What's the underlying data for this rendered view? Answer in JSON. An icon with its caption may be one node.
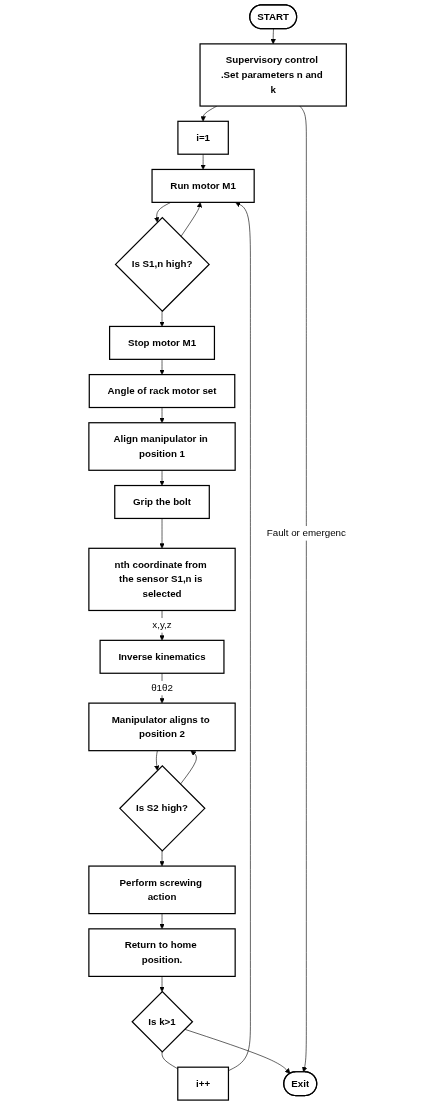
{
  "diagram": {
    "nodes": [
      {
        "text": [
          "START"
        ]
      },
      {
        "text": [
          "Supervisory control .Set parameters n and k"
        ]
      },
      {
        "text": [
          "i=1"
        ]
      },
      {
        "text": [
          "Run motor M1"
        ]
      },
      {
        "text": [
          "Is S1,n high?"
        ]
      },
      {
        "text": [
          "Stop motor M1"
        ]
      },
      {
        "text": [
          "Angle of rack motor set"
        ]
      },
      {
        "text": [
          "Align manipulator in position 1"
        ]
      },
      {
        "text": [
          "Grip the bolt"
        ]
      },
      {
        "text": [
          "nth coordinate from the sensor S1,n is selected"
        ]
      },
      {
        "text": [
          "Inverse kinematics"
        ]
      },
      {
        "text": [
          "Manipulator aligns to position 2"
        ]
      },
      {
        "text": [
          "Is S2 high?"
        ]
      },
      {
        "text": [
          "Perform screwing action"
        ]
      },
      {
        "text": [
          "Return to home position."
        ]
      },
      {
        "text": [
          "Is k>1"
        ]
      },
      {
        "text": [
          "i++"
        ]
      },
      {
        "text": [
          "Exit"
        ]
      }
    ],
    "edges": [
      {
        "from": 0,
        "to": 1,
        "arrow": "to"
      },
      {
        "from": 1,
        "to": 2,
        "arrow": "to"
      },
      {
        "from": 2,
        "to": 3,
        "arrow": "to"
      },
      {
        "from": 3,
        "to": 4,
        "arrow": "to"
      },
      {
        "from": 4,
        "to": 3,
        "arrow": "to"
      },
      {
        "from": 4,
        "to": 5,
        "arrow": "to"
      },
      {
        "from": 5,
        "to": 6,
        "arrow": "to"
      },
      {
        "from": 6,
        "to": 7,
        "arrow": "to"
      },
      {
        "from": 7,
        "to": 8,
        "arrow": "to"
      },
      {
        "from": 8,
        "to": 9,
        "arrow": "to"
      },
      {
        "from": 9,
        "to": 10,
        "label": "x,y,z",
        "arrow": "to"
      },
      {
        "from": 10,
        "to": 11,
        "label": "θ1θ2",
        "arrow": "to"
      },
      {
        "from": 11,
        "to": 12,
        "arrow": "to"
      },
      {
        "from": 12,
        "to": 11,
        "arrow": "to"
      },
      {
        "from": 12,
        "to": 13,
        "arrow": "to"
      },
      {
        "from": 13,
        "to": 14,
        "arrow": "to"
      },
      {
        "from": 14,
        "to": 15,
        "arrow": "to"
      },
      {
        "from": 15,
        "to": 16,
        "arrow": "none"
      },
      {
        "from": 16,
        "to": 3,
        "arrow": "to"
      },
      {
        "from": 15,
        "to": 17,
        "arrow": "to"
      },
      {
        "from": 1,
        "to": 17,
        "label": "Fault or emergenc",
        "arrow": "to"
      }
    ]
  }
}
